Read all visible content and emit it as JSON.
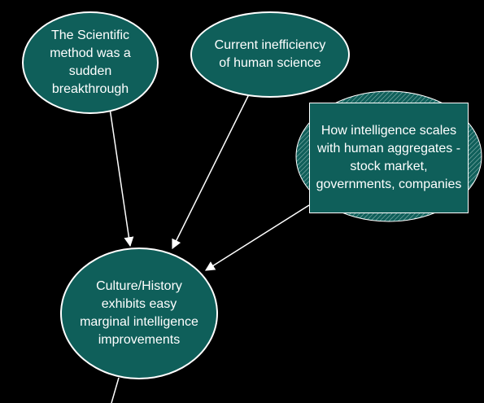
{
  "nodes": {
    "scientific_method": {
      "text": "The Scientific method was a sudden breakthrough"
    },
    "current_inefficiency": {
      "text": "Current inefficiency of human science"
    },
    "intelligence_scales": {
      "text": "How intelligence scales with human aggregates - stock market, governments, companies"
    },
    "culture_history": {
      "text": "Culture/History exhibits easy marginal intelligence improvements"
    }
  },
  "colors": {
    "background": "#000000",
    "node_fill": "#0f5f5a",
    "node_border": "#ffffff",
    "edge": "#ffffff"
  }
}
